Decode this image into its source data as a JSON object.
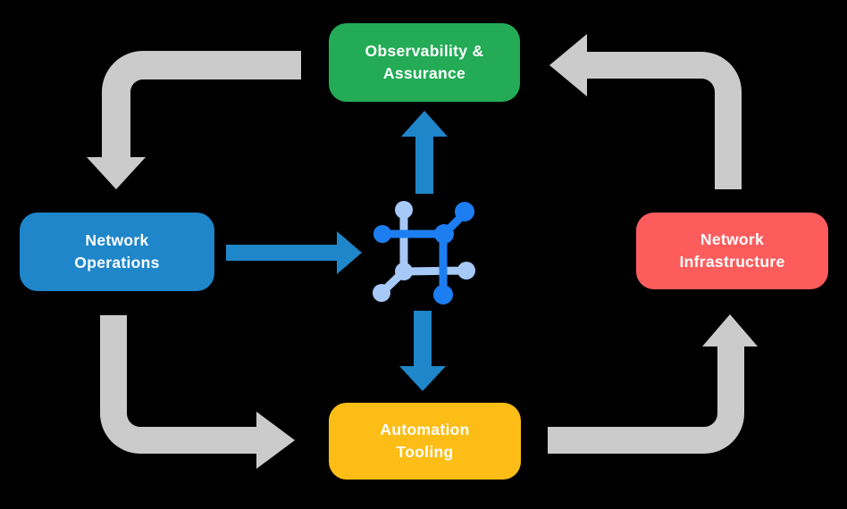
{
  "diagram": {
    "description": "Network automation cycle diagram",
    "boxes": {
      "observability": {
        "line1": "Observability &",
        "line2": "Assurance",
        "color": "#23ab56"
      },
      "operations": {
        "line1": "Network",
        "line2": "Operations",
        "color": "#1f86c9"
      },
      "infrastructure": {
        "line1": "Network",
        "line2": "Infrastructure",
        "color": "#fd5c5c"
      },
      "automation": {
        "line1": "Automation",
        "line2": "Tooling",
        "color": "#fcbd17"
      }
    },
    "icons": {
      "center": "network-mesh-icon"
    },
    "colors": {
      "background": "#000000",
      "cycle_arrow": "#cbcbcb",
      "flow_arrow": "#1f86c9",
      "icon_dark_blue": "#1d7ef2",
      "icon_light_blue": "#a6c9f8",
      "box_text": "#ffffff"
    }
  }
}
